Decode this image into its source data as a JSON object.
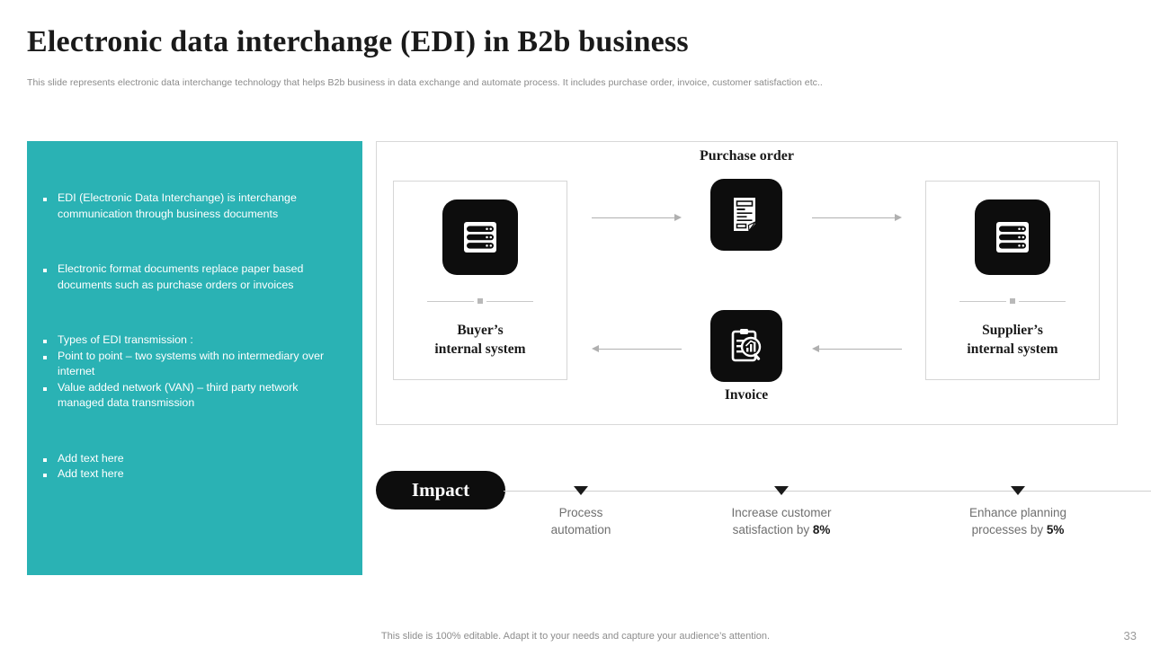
{
  "header": {
    "title": "Electronic data interchange (EDI) in B2b business",
    "subtitle": "This slide represents electronic data interchange technology that helps B2b business in data exchange and automate process. It includes purchase order, invoice, customer satisfaction etc.."
  },
  "sidebar": {
    "accent_color": "#2AB2B4",
    "bullets": [
      "EDI (Electronic Data Interchange) is interchange communication through business documents",
      "Electronic format documents replace paper based documents such as purchase orders or invoices",
      "Types of EDI transmission :",
      "Point to point – two systems with no intermediary over internet",
      "Value added network (VAN) – third party network managed data transmission",
      "Add text here",
      "Add text here"
    ]
  },
  "diagram": {
    "top_label": "Purchase order",
    "bottom_label": "Invoice",
    "buyer": {
      "label_line1": "Buyer’s",
      "label_line2": "internal system",
      "icon": "server-icon"
    },
    "supplier": {
      "label_line1": "Supplier’s",
      "label_line2": "internal system",
      "icon": "server-icon"
    },
    "purchase_order_icon": "document-signed-icon",
    "invoice_icon": "clipboard-analytics-icon"
  },
  "impact": {
    "pill_label": "Impact",
    "items": [
      {
        "line1": "Process",
        "line2": "automation",
        "value": ""
      },
      {
        "line1": "Increase customer",
        "line2": "satisfaction by ",
        "value": "8%"
      },
      {
        "line1": "Enhance planning",
        "line2": "processes by ",
        "value": "5%"
      }
    ]
  },
  "footer": {
    "note": "This slide is 100% editable. Adapt it to your needs and capture your audience’s attention.",
    "page_number": "33"
  }
}
